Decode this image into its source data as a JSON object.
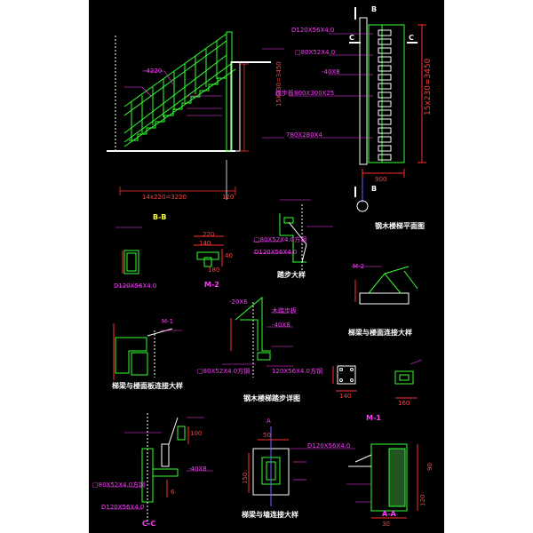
{
  "colors": {
    "background": "#000000",
    "steel": "#33ff33",
    "dimension": "#ff3030",
    "annotation": "#ff3cff",
    "title": "#ffffff",
    "note": "#ffff30",
    "axis": "#6666ff"
  },
  "stair_section": {
    "title": "B-B",
    "dim_horizontal": "14x220=3220",
    "dim_side": "120",
    "dim_vertical": "15X230=3450",
    "dim_label_left": "-4220"
  },
  "plan": {
    "title": "钢木楼梯平面图",
    "section_b_top": "B",
    "section_b_bottom": "B",
    "section_c_left": "C",
    "section_c_right": "C",
    "label_1": "D120X56X4.0",
    "label_2": "□80X52X4.0",
    "label_3": "-40X8",
    "label_4": "踏步板800X300X25",
    "label_5": "780X280X4",
    "dim_width": "900",
    "dim_height": "15x230=3450"
  },
  "details": {
    "m2": "M-2",
    "m1": "M-1",
    "cc": "C-C",
    "aa": "A-A",
    "step_detail": "踏步大样",
    "beam_joint": "梯梁与楼面连接大样",
    "beam_floor": "梯梁与楼面板连接大样",
    "tread_detail": "钢木楼梯踏步详图",
    "stair_wall": "梯梁与墙连接大样",
    "dim_220": "220",
    "dim_140": "140",
    "dim_40a": "40",
    "dim_160": "160",
    "dim_180": "180",
    "dim_6": "6",
    "dim_100": "100",
    "dim_50": "50",
    "dim_150": "150",
    "dim_120": "120",
    "dim_30": "30",
    "dim_90": "90",
    "tag_m1": "M-1",
    "tag_m2": "M-2",
    "tag_a": "A",
    "label_d120": "D120X56X4.0方钢",
    "label_d80": "□80X52X4.0方钢",
    "label_d120b": "D120X56X4.0",
    "label_wood": "木踏步板",
    "label_20": "-20X6",
    "label_40": "-40X8",
    "label_120": "120X56X4.0方钢"
  }
}
